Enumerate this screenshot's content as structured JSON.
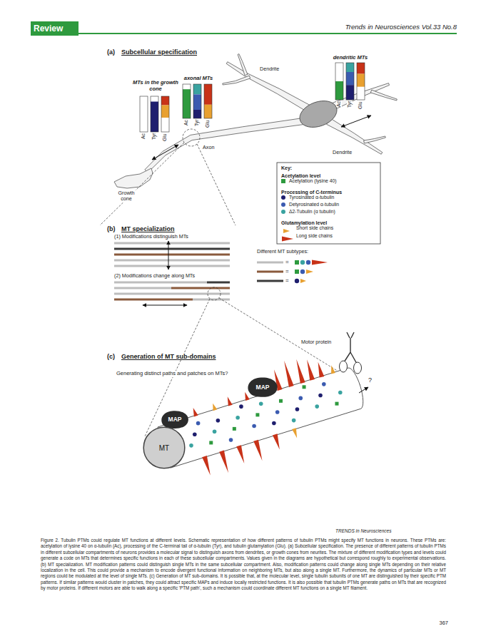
{
  "diagram": {
    "caption": "Figure 2. Tubulin PTMs could regulate MT functions at different levels. Schematic representation of how different patterns of tubulin PTMs might specify MT functions in neurons. These PTMs are: acetylation of lysine 40 on α-tubulin (Ac), processing of the C-terminal tail of α-tubulin (Tyr), and tubulin glutamylation (Glu). (a) Subcellular specification. The presence of different patterns of tubulin PTMs in different subcellular compartments of neurons provides a molecular signal to distinguish axons from dendrites, or growth cones from neurites. The mixture of different modification types and levels could generate a code on MTs that determines specific functions in each of these subcellular compartments. Values given in the diagrams are hypothetical but correspond roughly to experimental observations. (b) MT specialization. MT modification patterns could distinguish single MTs in the same subcellular compartment. Also, modification patterns could change along single MTs depending on their relative localization in the cell. This could provide a mechanism to encode divergent functional information on neighboring MTs, but also along a single MT. Furthermore, the dynamics of particular MTs or MT regions could be modulated at the level of single MTs. (c) Generation of MT sub-domains. It is possible that, at the molecular level, single tubulin subunits of one MT are distinguished by their specific PTM patterns. If similar patterns would cluster in patches, they could attract specific MAPs and induce locally restricted functions. It is also possible that tubulin PTMs generate paths on MTs that are recognized by motor proteins. If different motors are able to walk along a specific 'PTM path', such a mechanism could coordinate different MT functions on a single MT filament.",
    "nodes": [
      {
        "text": [
          "Review"
        ]
      },
      {
        "text": [
          "MAP"
        ]
      },
      {
        "text": [
          "MAP"
        ]
      },
      {
        "text": [
          "MT"
        ]
      }
    ],
    "labels": [
      "Trends in Neurosciences Vol.33 No.8",
      "(a)",
      "Subcellular specification",
      "dendritic MTs",
      "axonal MTs",
      "MTs in the growth cone",
      "Ac",
      "Tyr",
      "Glu",
      "Ac",
      "Tyr",
      "Glu",
      "Ac",
      "Tyr",
      "Glu",
      "Dendrite",
      "Dendrite",
      "Axon",
      "Growth cone",
      "Key:",
      "Acetylation level",
      "Processing of C-terminus",
      "Glutamylation level",
      "(b)",
      "MT specialization",
      "(1) Modifications distinguish MTs",
      "(2) Modifications change along MTs",
      "Different MT subtypes:",
      "=",
      "=",
      "=",
      "(c)",
      "Generation of MT sub-domains",
      "Generating distinct paths and patches on MTs?",
      "Motor protein",
      "?",
      "TRENDS in Neurosciences",
      "367"
    ],
    "legend": [
      {
        "text": "Acetylation (lysine 40)",
        "color": "#2e9a3e"
      },
      {
        "text": "Tyrosinated α-tubulin",
        "color": "#1f1f6e"
      },
      {
        "text": "Detyrosinated α-tubulin",
        "color": "#3b5bb0"
      },
      {
        "text": "Δ2-Tubulin (α tubulin)",
        "color": "#3aa3a0"
      },
      {
        "text": "Short side chains"
      },
      {
        "text": "Long side chains"
      }
    ]
  }
}
